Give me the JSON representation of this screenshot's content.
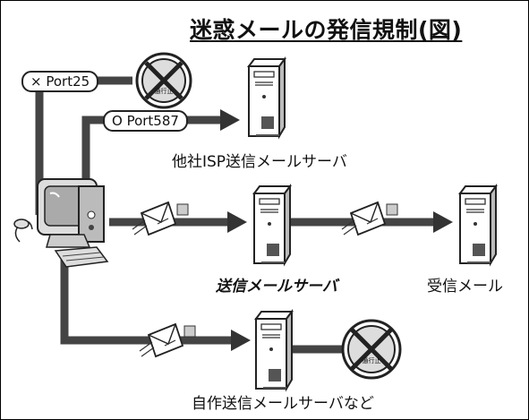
{
  "diagram": {
    "title": "迷惑メールの発信規制(図)",
    "ports": {
      "blocked_label": "× Port25",
      "allowed_label": "O Port587"
    },
    "servers": {
      "other_isp_label": "他社ISP送信メールサーバ",
      "outgoing_label": "送信メールサーバ",
      "receiving_label": "受信メール",
      "own_label": "自作送信メールサーバなど"
    },
    "blocked_sign_text": "通行止"
  }
}
